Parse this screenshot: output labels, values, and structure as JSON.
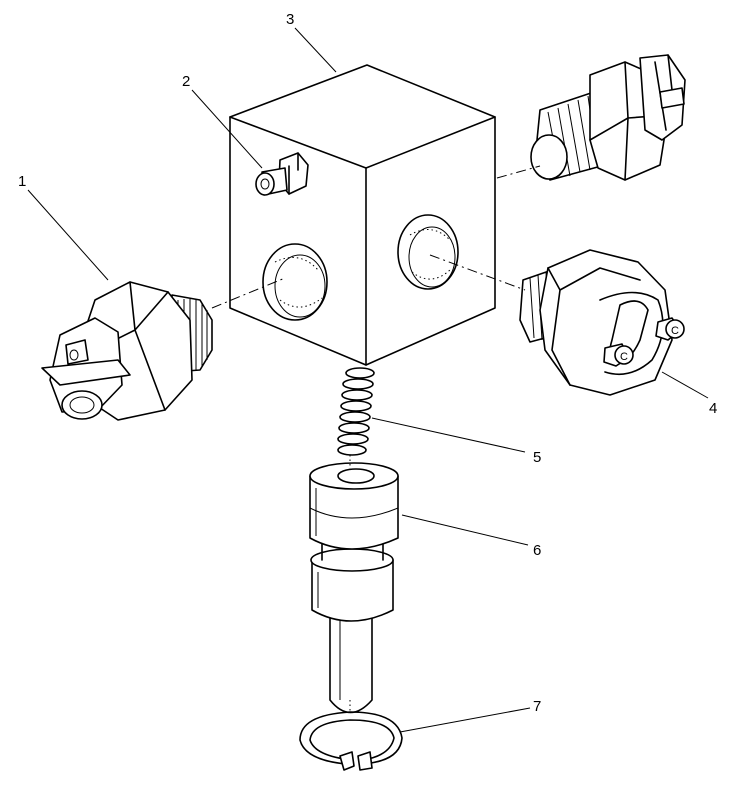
{
  "callouts": [
    {
      "id": "1",
      "text": "1"
    },
    {
      "id": "2",
      "text": "2"
    },
    {
      "id": "3",
      "text": "3"
    },
    {
      "id": "4",
      "text": "4"
    },
    {
      "id": "5",
      "text": "5"
    },
    {
      "id": "6",
      "text": "6"
    },
    {
      "id": "7",
      "text": "7"
    }
  ],
  "parts": [
    {
      "callout": "1",
      "name": "switch-left"
    },
    {
      "callout": "2",
      "name": "grease-nipple"
    },
    {
      "callout": "3",
      "name": "valve-block"
    },
    {
      "callout": "4",
      "name": "switch-right"
    },
    {
      "callout": "5",
      "name": "spring"
    },
    {
      "callout": "6",
      "name": "piston"
    },
    {
      "callout": "7",
      "name": "circlip"
    }
  ],
  "terminal_labels": [
    "C",
    "C"
  ]
}
